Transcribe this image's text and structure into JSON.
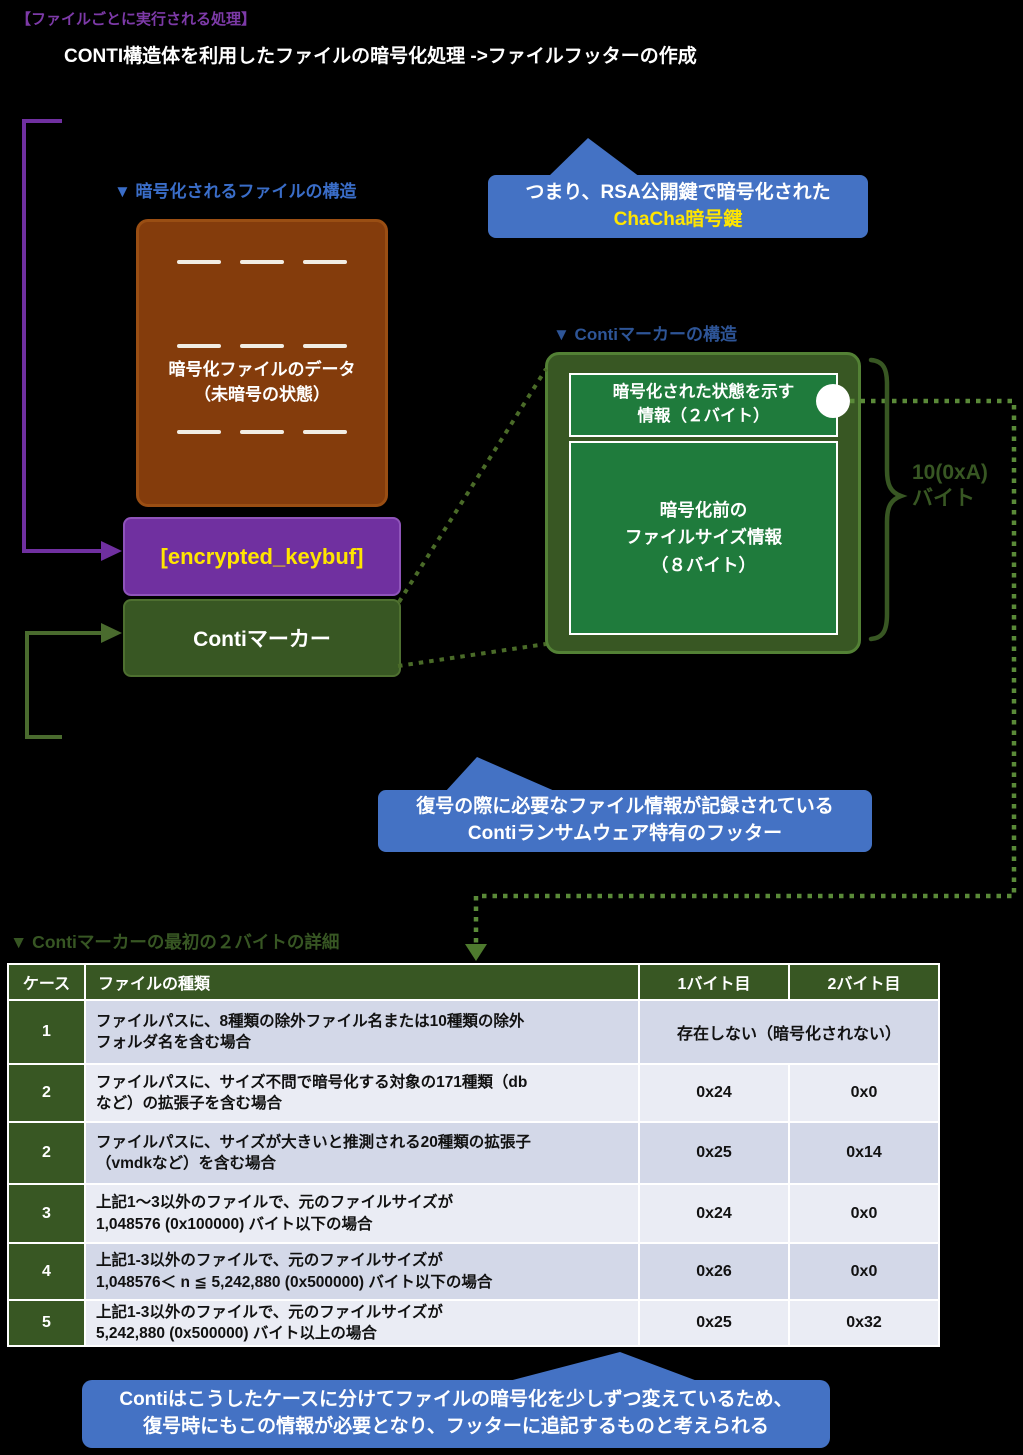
{
  "header": {
    "label": "【ファイルごとに実行される処理】",
    "title": "CONTI構造体を利用したファイルの暗号化処理 ->ファイルフッターの作成"
  },
  "file_structure": {
    "label": "▼ 暗号化されるファイルの構造",
    "data_box_text": "暗号化ファイルのデータ\n（未暗号の状態）",
    "keybuf_label": "[encrypted_keybuf]",
    "marker_label": "Contiマーカー"
  },
  "callout_key": {
    "line1": "つまり、RSA公開鍵で暗号化された",
    "line2": "ChaCha暗号鍵"
  },
  "marker_structure": {
    "label": "▼ Contiマーカーの構造",
    "field1": "暗号化された状態を示す\n情報（２バイト）",
    "field2": "暗号化前の\nファイルサイズ情報\n（８バイト）",
    "size_note": "10(0xA)\nバイト"
  },
  "callout_footer": {
    "line1": "復号の際に必要なファイル情報が記録されている",
    "line2": "Contiランサムウェア特有のフッター"
  },
  "table": {
    "title": "▼ Contiマーカーの最初の２バイトの詳細",
    "headers": {
      "case": "ケース",
      "file_type": "ファイルの種類",
      "byte1": "1バイト目",
      "byte2": "2バイト目"
    },
    "rows": [
      {
        "case": "1",
        "desc": "ファイルパスに、8種類の除外ファイル名または10種類の除外\nフォルダ名を含む場合",
        "byte1": "存在しない（暗号化されない）",
        "byte2": ""
      },
      {
        "case": "2",
        "desc": "ファイルパスに、サイズ不問で暗号化する対象の171種類（db\nなど）の拡張子を含む場合",
        "byte1": "0x24",
        "byte2": "0x0"
      },
      {
        "case": "2",
        "desc": "ファイルパスに、サイズが大きいと推測される20種類の拡張子\n（vmdkなど）を含む場合",
        "byte1": "0x25",
        "byte2": "0x14"
      },
      {
        "case": "3",
        "desc": "上記1〜3以外のファイルで、元のファイルサイズが\n1,048576 (0x100000) バイト以下の場合",
        "byte1": "0x24",
        "byte2": "0x0"
      },
      {
        "case": "4",
        "desc": "上記1-3以外のファイルで、元のファイルサイズが\n1,048576＜ n ≦ 5,242,880 (0x500000) バイト以下の場合",
        "byte1": "0x26",
        "byte2": "0x0"
      },
      {
        "case": "5",
        "desc": "上記1-3以外のファイルで、元のファイルサイズが\n5,242,880 (0x500000) バイト以上の場合",
        "byte1": "0x25",
        "byte2": "0x32"
      }
    ]
  },
  "callout_conclusion": {
    "line1": "Contiはこうしたケースに分けてファイルの暗号化を少しずつ変えているため、",
    "line2": "復号時にもこの情報が必要となり、フッターに追記するものと考えられる"
  },
  "colors": {
    "purple": "#7030A0",
    "brown": "#843C0C",
    "dark_green": "#385723",
    "mid_green": "#1F7B3C",
    "olive_dotted": "#5A8A38",
    "callout_blue": "#4472C4",
    "label_blue": "#3A6DC8",
    "yellow": "#FFE500",
    "band_dark": "#D3D8E8",
    "band_light": "#EAECF4"
  }
}
